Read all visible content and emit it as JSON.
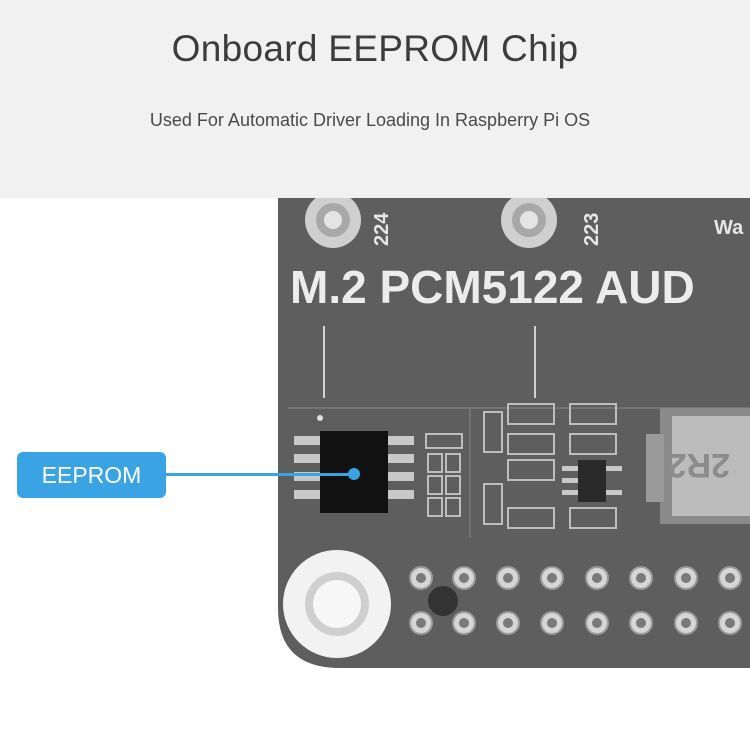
{
  "header": {
    "title": "Onboard EEPROM Chip",
    "subtitle": "Used For Automatic Driver Loading In Raspberry Pi OS"
  },
  "board": {
    "label": "M.2 PCM5122 AUD",
    "hole_numbers": [
      "224",
      "223"
    ],
    "brand_fragment": "Wa",
    "inductor_marking": "2R2"
  },
  "callout": {
    "label": "EEPROM",
    "color": "#3aa3e3"
  },
  "colors": {
    "header_bg": "#f1f1f1",
    "board": "#5e5e5e",
    "chip": "#111111"
  }
}
